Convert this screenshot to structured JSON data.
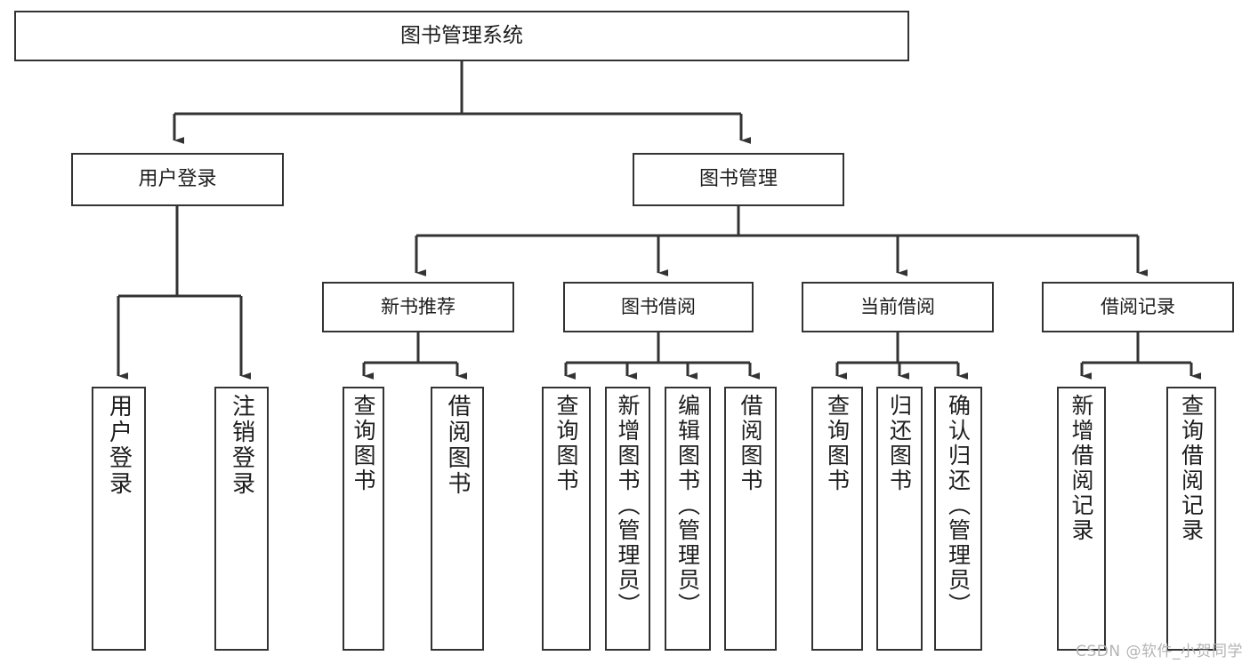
{
  "diagram": {
    "title": "图书管理系统",
    "type": "tree",
    "root": {
      "id": "root",
      "label": "图书管理系统"
    },
    "level2": [
      {
        "id": "user-login",
        "label": "用户登录"
      },
      {
        "id": "book-manage",
        "label": "图书管理"
      }
    ],
    "level3": [
      {
        "id": "new-book-recommend",
        "label": "新书推荐",
        "parent": "book-manage"
      },
      {
        "id": "book-borrow",
        "label": "图书借阅",
        "parent": "book-manage"
      },
      {
        "id": "current-borrow",
        "label": "当前借阅",
        "parent": "book-manage"
      },
      {
        "id": "borrow-record",
        "label": "借阅记录",
        "parent": "book-manage"
      }
    ],
    "leaves": [
      {
        "id": "leaf-user-login",
        "label": "用户登录",
        "parent": "user-login"
      },
      {
        "id": "leaf-user-logout",
        "label": "注销登录",
        "parent": "user-login"
      },
      {
        "id": "leaf-query-book-1",
        "label": "查询图书",
        "parent": "new-book-recommend"
      },
      {
        "id": "leaf-borrow-book-1",
        "label": "借阅图书",
        "parent": "new-book-recommend"
      },
      {
        "id": "leaf-query-book-2",
        "label": "查询图书",
        "parent": "book-borrow"
      },
      {
        "id": "leaf-add-book",
        "label": "新增图书（管理员）",
        "parent": "book-borrow"
      },
      {
        "id": "leaf-edit-book",
        "label": "编辑图书（管理员）",
        "parent": "book-borrow"
      },
      {
        "id": "leaf-borrow-book-2",
        "label": "借阅图书",
        "parent": "book-borrow"
      },
      {
        "id": "leaf-query-book-3",
        "label": "查询图书",
        "parent": "current-borrow"
      },
      {
        "id": "leaf-return-book",
        "label": "归还图书",
        "parent": "current-borrow"
      },
      {
        "id": "leaf-confirm-return",
        "label": "确认归还（管理员）",
        "parent": "current-borrow"
      },
      {
        "id": "leaf-add-record",
        "label": "新增借阅记录",
        "parent": "borrow-record"
      },
      {
        "id": "leaf-query-record",
        "label": "查询借阅记录",
        "parent": "borrow-record"
      }
    ],
    "colors": {
      "box_border": "#333333",
      "box_fill": "#ffffff",
      "connector": "#333333",
      "text": "#1d1d1d",
      "watermark": "#b4b4b4",
      "background": "#ffffff"
    }
  },
  "watermark": {
    "text": "CSDN @软件_小贺同学"
  }
}
